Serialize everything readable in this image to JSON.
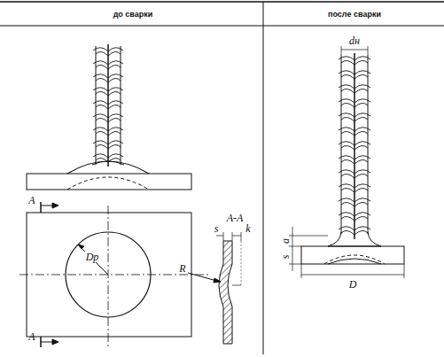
{
  "diagram": {
    "labels": [
      "до сварки",
      "после сварки",
      "A",
      "A-A",
      "s",
      "k",
      "R",
      "Dр",
      "A",
      "dн",
      "a",
      "s",
      "D"
    ]
  }
}
